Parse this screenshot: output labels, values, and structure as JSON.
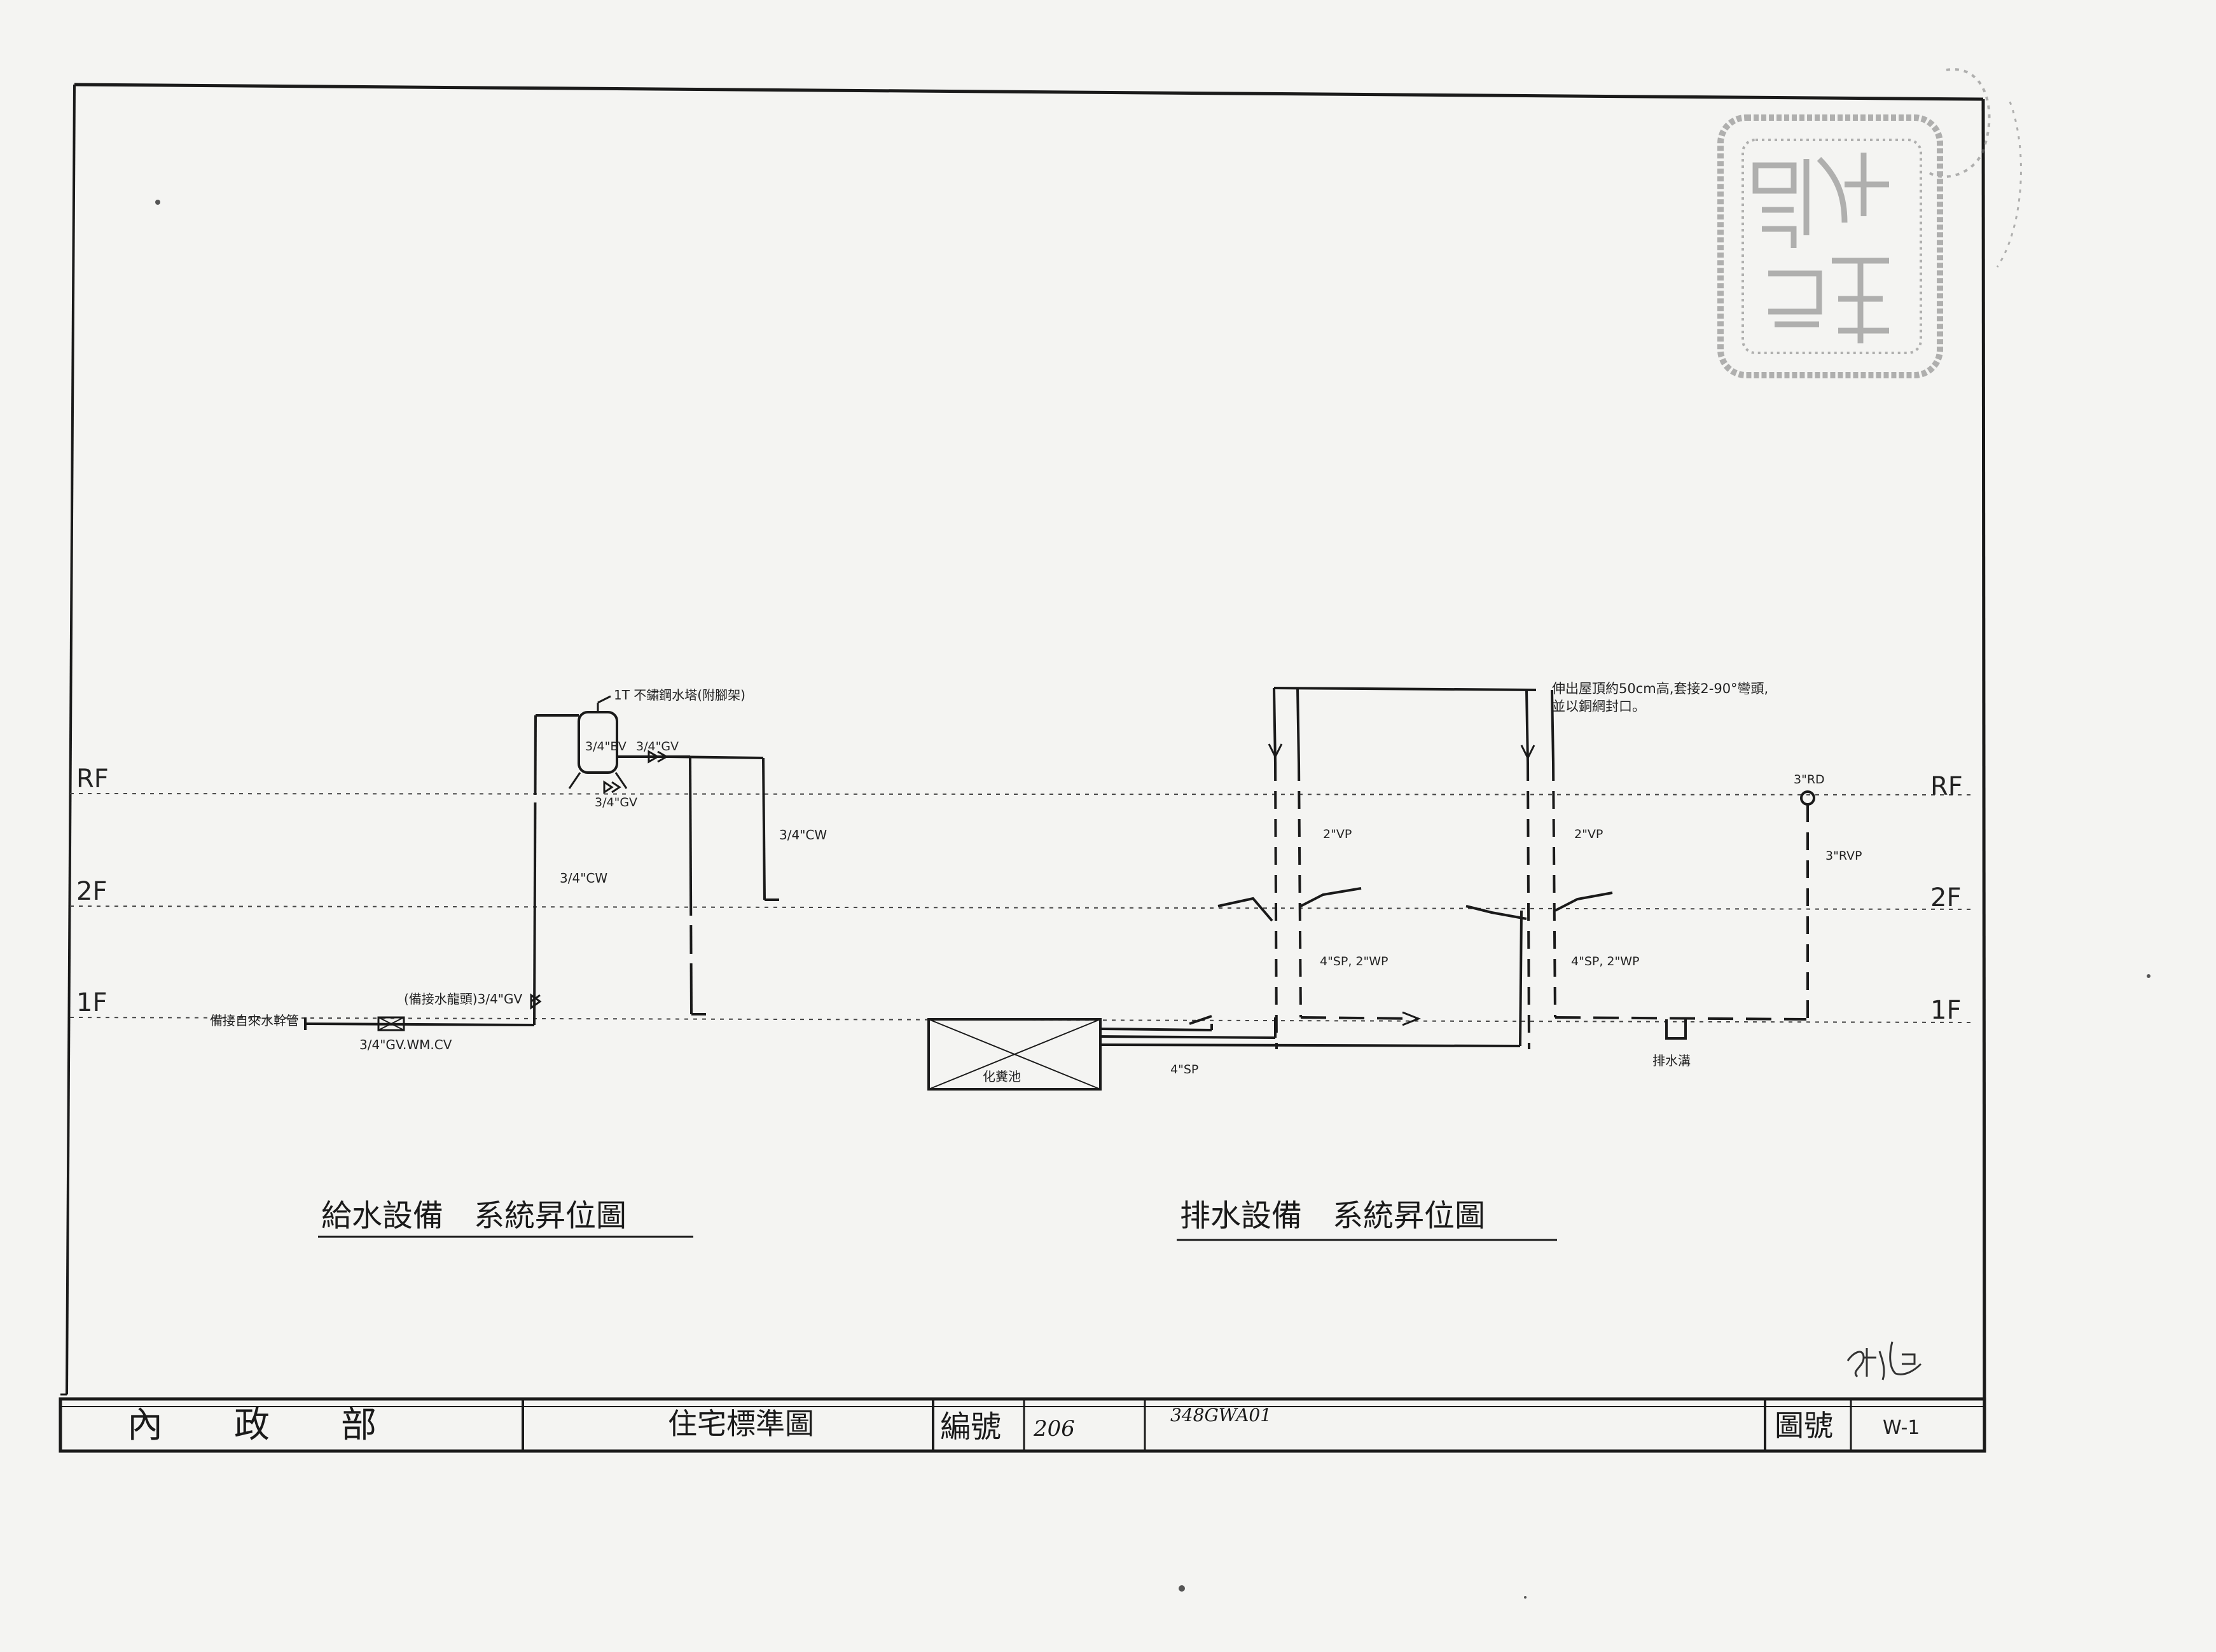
{
  "floors": {
    "rf": "RF",
    "f2": "2F",
    "f1": "1F"
  },
  "water_supply": {
    "title": "給水設備　系統昇位圖",
    "tank_label": "1T 不鏽鋼水塔(附腳架)",
    "bv_label": "3/4\"BV",
    "gv_top_label": "3/4\"GV",
    "gv_bottom_label": "3/4\"GV",
    "cw_left_label": "3/4\"CW",
    "cw_right_label": "3/4\"CW",
    "reserve_label": "(備接水龍頭)3/4\"GV",
    "mains_label": "備接自來水幹管",
    "meter_label": "3/4\"GV.WM.CV"
  },
  "drainage": {
    "title": "排水設備　系統昇位圖",
    "note_line1": "伸出屋頂約50cm高,套接2-90°彎頭,",
    "note_line2": "並以銅網封口。",
    "vp_left": "2\"VP",
    "vp_right": "2\"VP",
    "spwp_left": "4\"SP, 2\"WP",
    "spwp_right": "4\"SP, 2\"WP",
    "rd_label": "3\"RD",
    "rvp_label": "3\"RVP",
    "septic_label": "化糞池",
    "sp_label": "4\"SP",
    "trench_label": "排水溝"
  },
  "title_block": {
    "agency": "內　　政　　部",
    "drawing_type": "住宅標準圖",
    "serial_label": "編號",
    "serial_value": "206",
    "code_value": "348GWA01",
    "sheet_label": "圖號",
    "sheet_value": "W-1"
  },
  "colors": {
    "paper": "#f4f4f2",
    "ink": "#1a1a1a",
    "stamp": "#888888"
  }
}
